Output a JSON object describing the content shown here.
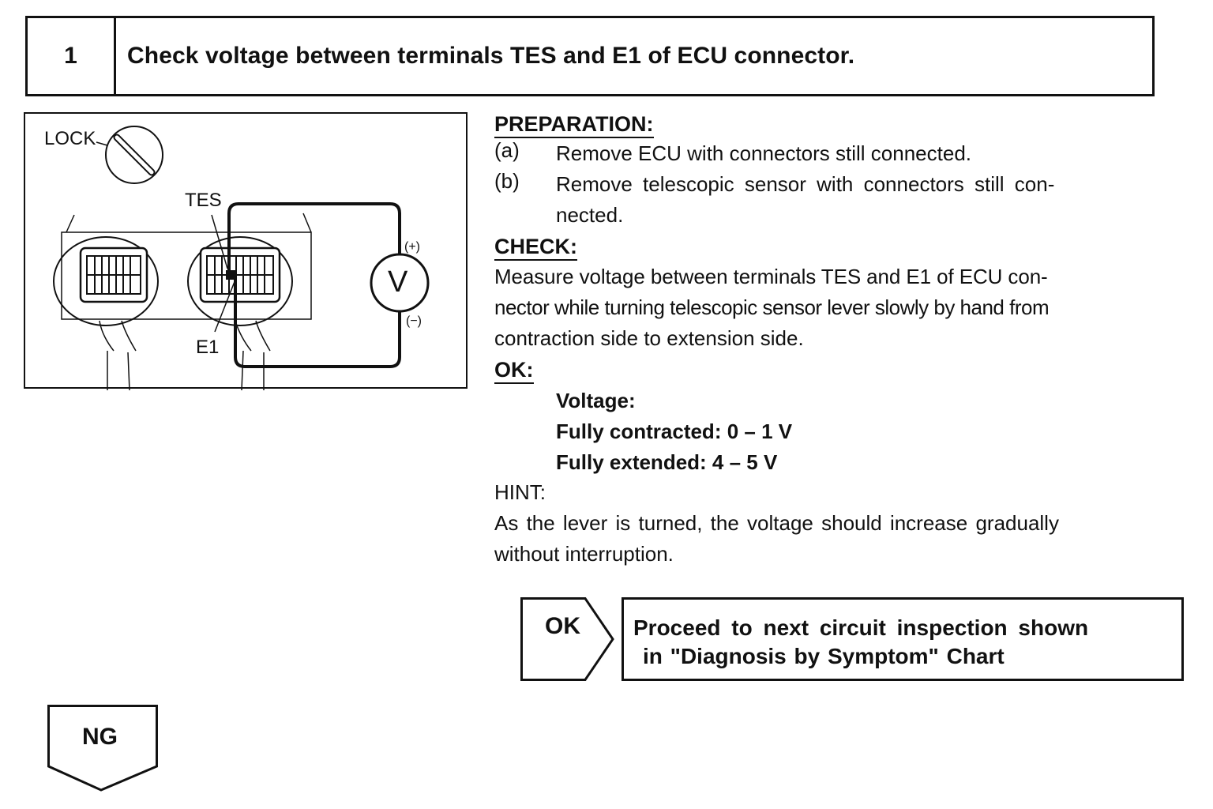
{
  "step": {
    "number": "1",
    "title": "Check voltage between terminals TES and E1 of ECU connector."
  },
  "diagram": {
    "lock_label": "LOCK",
    "tes_label": "TES",
    "e1_label": "E1",
    "voltmeter_symbol": "V",
    "plus_label": "(+)",
    "minus_label": "(−)"
  },
  "preparation": {
    "heading": "PREPARATION:",
    "items": [
      {
        "mark": "(a)",
        "text": "Remove ECU with connectors still connected."
      },
      {
        "mark": "(b)",
        "text": "Remove telescopic sensor with connectors still con-",
        "text_cont": "nected."
      }
    ]
  },
  "check": {
    "heading": "CHECK:",
    "lines": [
      "Measure voltage between terminals TES and E1 of ECU con-",
      "nector while turning telescopic sensor lever slowly by hand from",
      "contraction side to extension side."
    ]
  },
  "ok": {
    "heading": "OK:",
    "spec_title": "Voltage:",
    "spec_lines": [
      "Fully contracted: 0 – 1 V",
      "Fully extended: 4 – 5 V"
    ]
  },
  "hint": {
    "label": "HINT:",
    "lines": [
      "As the lever is turned, the voltage should increase gradually",
      "without interruption."
    ]
  },
  "result_ok": {
    "tab_label": "OK",
    "line1": "Proceed to next circuit inspection shown",
    "line2": "in \"Diagnosis by Symptom\" Chart"
  },
  "result_ng": {
    "tab_label": "NG"
  }
}
